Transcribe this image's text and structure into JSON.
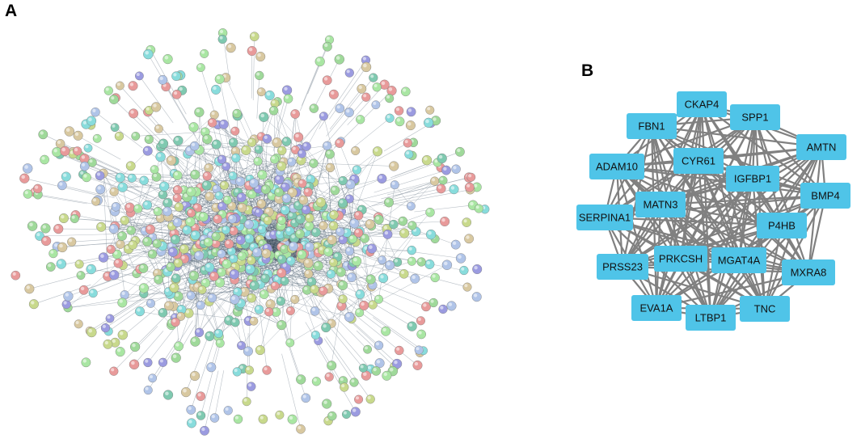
{
  "panels": {
    "a": {
      "label": "A"
    },
    "b": {
      "label": "B"
    }
  },
  "colors": {
    "node_fill": "#4fc4e8",
    "edge": "#808080",
    "network_edge": "#4a5d6e",
    "ball_palette": [
      "#9b9be0",
      "#9fd99a",
      "#88dcdc",
      "#a9e6a3",
      "#d8c8a0",
      "#e89a9a",
      "#c8d98c",
      "#b0c4e8",
      "#7fc9b0"
    ]
  },
  "hub_network": {
    "nodes": [
      "CKAP4",
      "SPP1",
      "FBN1",
      "AMTN",
      "CYR61",
      "ADAM10",
      "IGFBP1",
      "BMP4",
      "MATN3",
      "SERPINA1",
      "P4HB",
      "PRKCSH",
      "MGAT4A",
      "PRSS23",
      "MXRA8",
      "EVA1A",
      "TNC",
      "LTBP1"
    ]
  }
}
